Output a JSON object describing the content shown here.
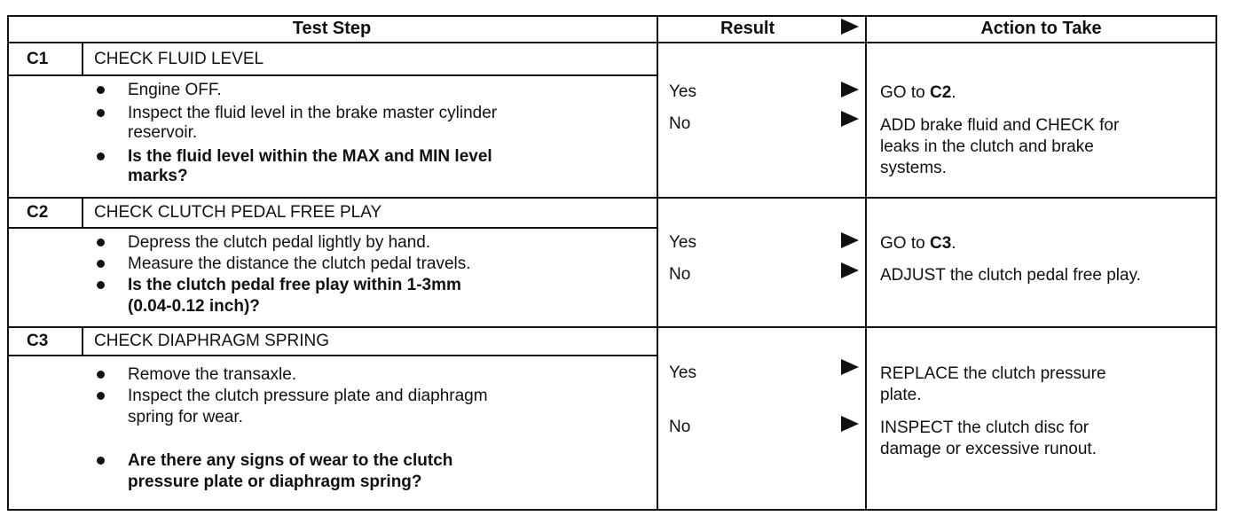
{
  "header": {
    "test_step": "Test Step",
    "result": "Result",
    "action": "Action to Take"
  },
  "steps": [
    {
      "code": "C1",
      "title": "CHECK FLUID LEVEL",
      "bullets": [
        "Engine OFF.",
        "Inspect the fluid level in the brake master cylinder",
        "reservoir.",
        "Is the fluid level within the MAX and MIN level",
        "marks?"
      ],
      "results": [
        "Yes",
        "No"
      ],
      "actions": {
        "yes_prefix": "GO to ",
        "yes_ref": "C2",
        "yes_suffix": ".",
        "no_lines": [
          "ADD brake fluid and CHECK for",
          "leaks in the clutch and brake",
          "systems."
        ]
      }
    },
    {
      "code": "C2",
      "title": "CHECK CLUTCH PEDAL FREE PLAY",
      "bullets": [
        "Depress the clutch pedal lightly by hand.",
        "Measure the distance the clutch pedal travels.",
        "Is the clutch pedal free play within 1-3mm",
        "(0.04-0.12 inch)?"
      ],
      "results": [
        "Yes",
        "No"
      ],
      "actions": {
        "yes_prefix": "GO to ",
        "yes_ref": "C3",
        "yes_suffix": ".",
        "no_lines": [
          "ADJUST the clutch pedal free play."
        ]
      }
    },
    {
      "code": "C3",
      "title": "CHECK DIAPHRAGM SPRING",
      "bullets": [
        "Remove the transaxle.",
        "Inspect the clutch pressure plate and diaphragm",
        "spring for wear.",
        "Are there any signs of wear to the clutch",
        "pressure plate or diaphragm spring?"
      ],
      "results": [
        "Yes",
        "No"
      ],
      "actions": {
        "yes_lines": [
          "REPLACE the clutch pressure",
          "plate."
        ],
        "no_lines": [
          "INSPECT the clutch disc for",
          "damage or excessive runout."
        ]
      }
    }
  ]
}
